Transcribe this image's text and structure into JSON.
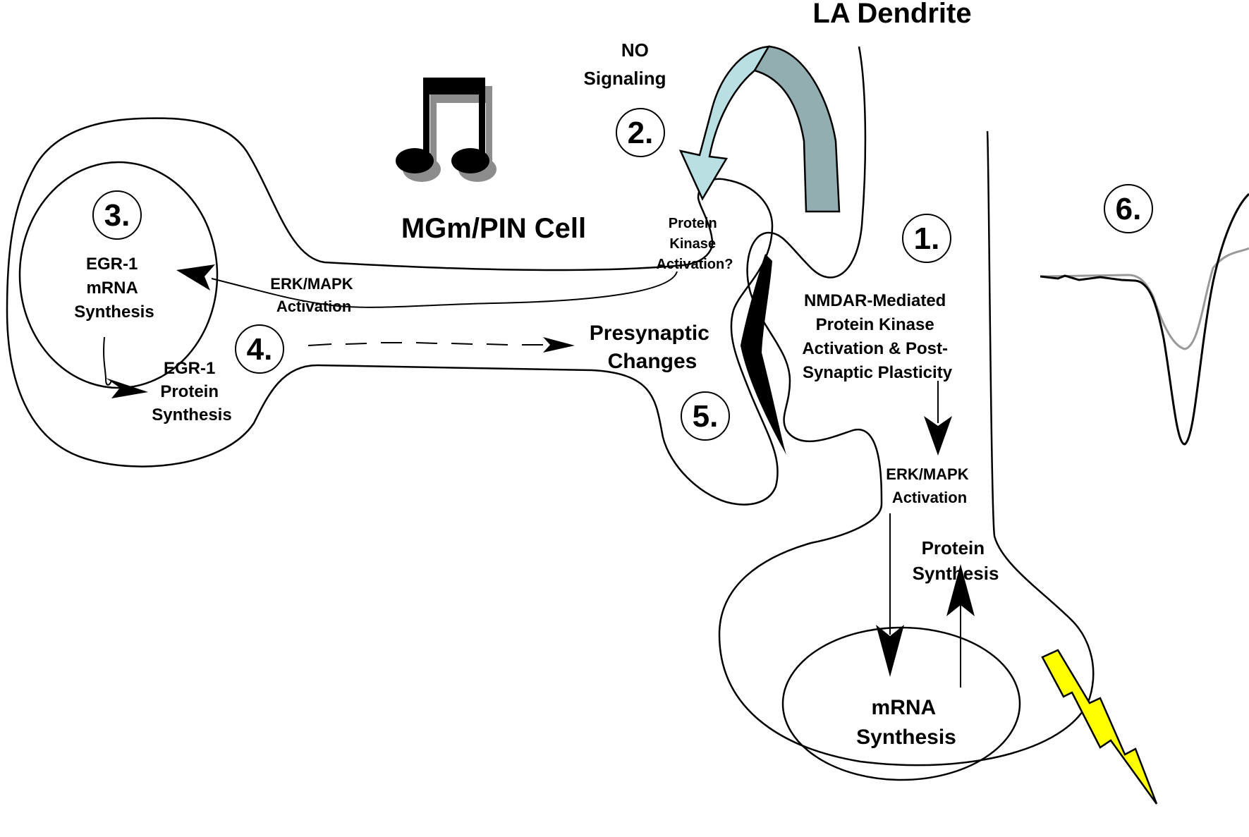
{
  "labels": {
    "la_dendrite": "LA Dendrite",
    "mgm_pin_cell": "MGm/PIN Cell",
    "no_signaling": [
      "NO",
      "Signaling"
    ],
    "protein_kinase_activation_q": [
      "Protein",
      "Kinase",
      "Activation?"
    ],
    "egr1_mrna_synthesis": [
      "EGR-1",
      "mRNA",
      "Synthesis"
    ],
    "erk_mapk_activation_presyn": [
      "ERK/MAPK",
      "Activation"
    ],
    "egr1_protein_synthesis": [
      "EGR-1",
      "Protein",
      "Synthesis"
    ],
    "presynaptic_changes": [
      "Presynaptic",
      "Changes"
    ],
    "nmdar": [
      "NMDAR-Mediated",
      "Protein Kinase",
      "Activation & Post-",
      "Synaptic Plasticity"
    ],
    "erk_mapk_activation_postsyn": [
      "ERK/MAPK",
      "Activation"
    ],
    "protein_synthesis": [
      "Protein",
      "Synthesis"
    ],
    "mrna_synthesis": [
      "mRNA",
      "Synthesis"
    ]
  },
  "step_numbers": {
    "n1": "1.",
    "n2": "2.",
    "n3": "3.",
    "n4": "4.",
    "n5": "5.",
    "n6": "6."
  },
  "colors": {
    "arrow_light": "#b9dfe3",
    "arrow_dark": "#92aeb0",
    "lightning": "#ffff00",
    "trace_gray": "#999999",
    "note_shadow": "#8c8c8c"
  },
  "icons": [
    "music-note-icon",
    "lightning-bolt-icon"
  ]
}
